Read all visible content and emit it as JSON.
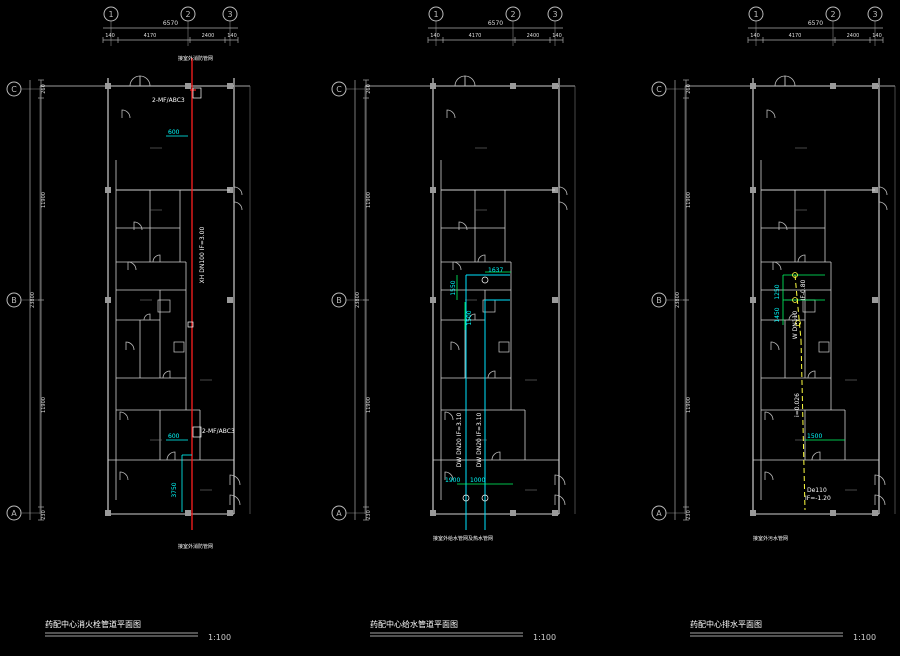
{
  "plans": [
    {
      "title": "药配中心消火栓管道平面图",
      "scale": "1:100",
      "grid_cols": [
        "1",
        "2",
        "3"
      ],
      "grid_rows": [
        "C",
        "B",
        "A"
      ],
      "top_total": "6570",
      "top_segs": [
        "140",
        "4170",
        "2400",
        "140"
      ],
      "left_segs": [
        "260",
        "11900",
        "11900",
        "230"
      ],
      "left_total": "23800",
      "annotations": [
        {
          "text": "接室外消防管网",
          "color": "#ffffff"
        },
        {
          "text": "2-MF/ABC3",
          "color": "#ffffff"
        },
        {
          "text": "600",
          "color": "#00ffff"
        },
        {
          "text": "XH DN100 IF=3.00",
          "color": "#ffffff"
        },
        {
          "text": "600",
          "color": "#00ffff"
        },
        {
          "text": "2-MF/ABC3",
          "color": "#ffffff"
        },
        {
          "text": "3750",
          "color": "#00ffff"
        },
        {
          "text": "接室外消防管网",
          "color": "#ffffff"
        }
      ]
    },
    {
      "title": "药配中心给水管道平面图",
      "scale": "1:100",
      "grid_cols": [
        "1",
        "2",
        "3"
      ],
      "grid_rows": [
        "C",
        "B",
        "A"
      ],
      "top_total": "6570",
      "top_segs": [
        "140",
        "4170",
        "2400",
        "140"
      ],
      "left_segs": [
        "260",
        "11900",
        "11900",
        "230"
      ],
      "left_total": "23800",
      "annotations": [
        {
          "text": "1637",
          "color": "#00ffff"
        },
        {
          "text": "1550",
          "color": "#00ffff"
        },
        {
          "text": "1500",
          "color": "#00ffff"
        },
        {
          "text": "DW DN20 IF=3.10",
          "color": "#ffffff"
        },
        {
          "text": "DW DN20 IF=3.10",
          "color": "#ffffff"
        },
        {
          "text": "1900",
          "color": "#00ffff"
        },
        {
          "text": "1000",
          "color": "#00ffff"
        },
        {
          "text": "接室外给水管网及热水管网",
          "color": "#ffffff"
        }
      ]
    },
    {
      "title": "药配中心排水平面图",
      "scale": "1:100",
      "grid_cols": [
        "1",
        "2",
        "3"
      ],
      "grid_rows": [
        "C",
        "B",
        "A"
      ],
      "top_total": "6570",
      "top_segs": [
        "140",
        "4170",
        "2400",
        "140"
      ],
      "left_segs": [
        "260",
        "11900",
        "11900",
        "230"
      ],
      "left_total": "23800",
      "annotations": [
        {
          "text": "1250",
          "color": "#00ffff"
        },
        {
          "text": "1450",
          "color": "#00ffff"
        },
        {
          "text": "IF-0.80",
          "color": "#ffffff"
        },
        {
          "text": "W DN110",
          "color": "#ffffff"
        },
        {
          "text": "i=0.026",
          "color": "#ffffff"
        },
        {
          "text": "1500",
          "color": "#00ffff"
        },
        {
          "text": "De110",
          "color": "#ffffff"
        },
        {
          "text": "IF=-1.20",
          "color": "#ffffff"
        },
        {
          "text": "接室外污水管网",
          "color": "#ffffff"
        }
      ]
    }
  ]
}
